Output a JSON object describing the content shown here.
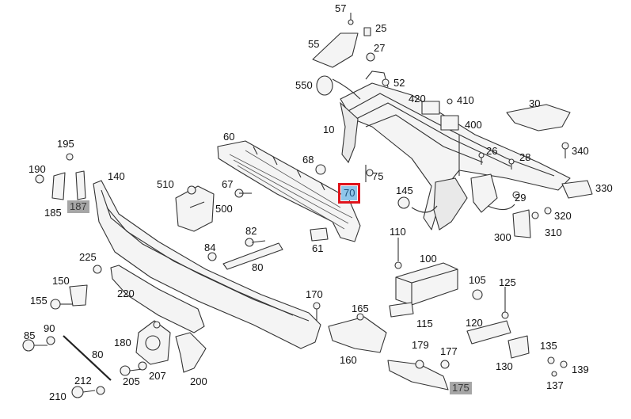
{
  "labels": {
    "p10": "10",
    "p25": "25",
    "p26": "26",
    "p27": "27",
    "p28": "28",
    "p29": "29",
    "p30": "30",
    "p52": "52",
    "p55": "55",
    "p57": "57",
    "p60": "60",
    "p61": "61",
    "p67": "67",
    "p68": "68",
    "p70": "70",
    "p75": "75",
    "p80a": "80",
    "p80b": "80",
    "p82": "82",
    "p84": "84",
    "p85": "85",
    "p90": "90",
    "p100": "100",
    "p105": "105",
    "p110": "110",
    "p115": "115",
    "p120": "120",
    "p125": "125",
    "p130": "130",
    "p135": "135",
    "p137": "137",
    "p139": "139",
    "p140": "140",
    "p145": "145",
    "p150": "150",
    "p155": "155",
    "p160": "160",
    "p165": "165",
    "p170": "170",
    "p175": "175",
    "p177": "177",
    "p179": "179",
    "p180": "180",
    "p185": "185",
    "p187": "187",
    "p190": "190",
    "p195": "195",
    "p200": "200",
    "p205": "205",
    "p207": "207",
    "p210": "210",
    "p212": "212",
    "p220": "220",
    "p225": "225",
    "p300": "300",
    "p310": "310",
    "p320": "320",
    "p330": "330",
    "p340": "340",
    "p400": "400",
    "p410": "410",
    "p420": "420",
    "p500": "500",
    "p510": "510",
    "p550": "550"
  },
  "highlight": {
    "selected_part": "70",
    "selected_color": "#e0141c",
    "selected_fill": "#8fc6ea",
    "unavailable_fill": "#a6a6a6"
  }
}
